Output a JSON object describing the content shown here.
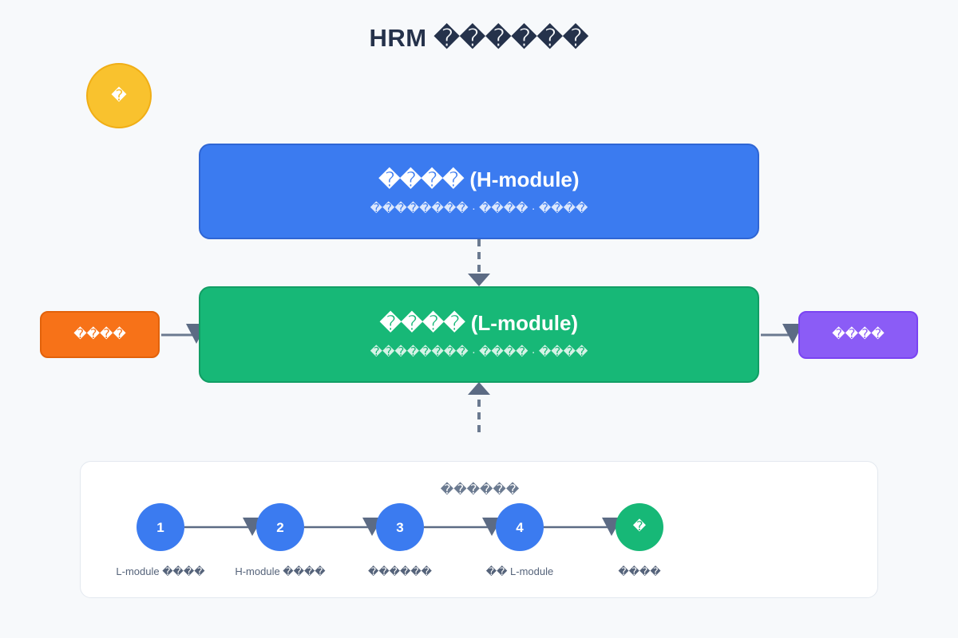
{
  "page": {
    "title": "HRM ������",
    "background_color": "#f7f9fb"
  },
  "badge": {
    "glyph": "�",
    "color": "#f9c22e",
    "border_color": "#f0ae16"
  },
  "modules": {
    "high": {
      "title": "���� (H-module)",
      "subtitle": "�������� · ���� · ����",
      "color": "#3b7bf0",
      "border_color": "#2f66d4"
    },
    "low": {
      "title": "���� (L-module)",
      "subtitle": "�������� · ���� · ����",
      "color": "#17b877",
      "border_color": "#129e65"
    }
  },
  "io": {
    "input": {
      "label": "����",
      "color": "#f77218",
      "border_color": "#e2620b"
    },
    "output": {
      "label": "����",
      "color": "#8b5cf6",
      "border_color": "#7a44f2"
    }
  },
  "connectors": {
    "line_color": "#6b7a90",
    "arrow_color": "#5c6b84",
    "down_dashed": true,
    "up_dashed": true
  },
  "flow_panel": {
    "title": "������",
    "steps": [
      {
        "node": "1",
        "label": "L-module ����",
        "color": "#3b7bf0"
      },
      {
        "node": "2",
        "label": "H-module ����",
        "color": "#3b7bf0"
      },
      {
        "node": "3",
        "label": "������",
        "color": "#3b7bf0"
      },
      {
        "node": "4",
        "label": "�� L-module",
        "color": "#3b7bf0"
      },
      {
        "node": "�",
        "label": "����",
        "color": "#17b877"
      }
    ]
  }
}
